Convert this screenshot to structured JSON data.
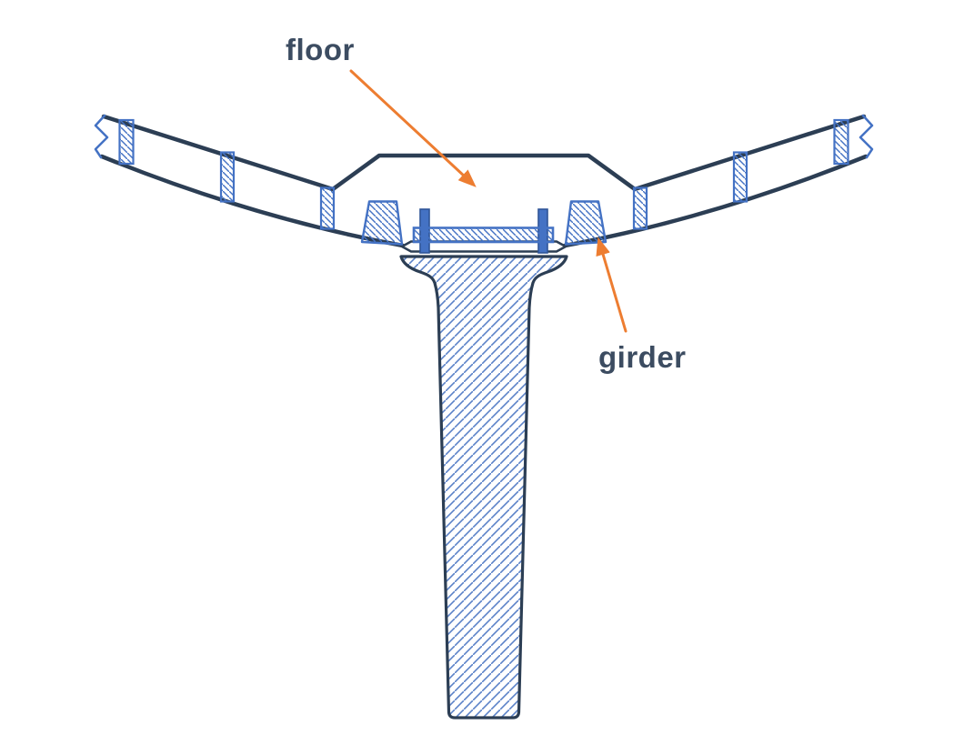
{
  "diagram": {
    "labels": {
      "floor": "floor",
      "girder": "girder"
    },
    "annotations": [
      {
        "label": "floor",
        "points_to": "deck-slab-interior"
      },
      {
        "label": "girder",
        "points_to": "right-girder-block"
      }
    ],
    "colors": {
      "background": "#ffffff",
      "outline": "#2c3e54",
      "hatch_blue": "#4472c4",
      "hatch_light": "#5b82c8",
      "bolt_fill": "#4472c4",
      "bolt_stroke": "#2f5597",
      "arrow": "#ed7d31",
      "label_text": "#3c4c61"
    }
  }
}
